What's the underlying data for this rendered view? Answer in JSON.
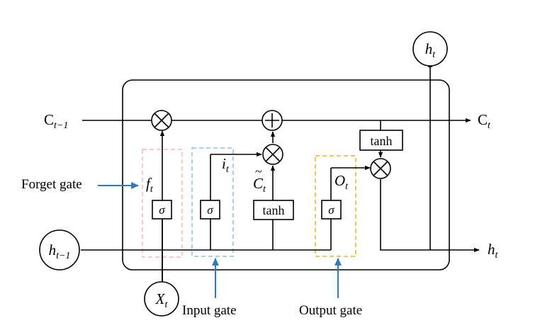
{
  "inputs": {
    "c_prev": {
      "base": "C",
      "sub": "t−1"
    },
    "h_prev": {
      "base": "h",
      "sub": "t−1"
    },
    "x_t": {
      "base": "X",
      "sub": "t"
    }
  },
  "outputs": {
    "c_t": {
      "base": "C",
      "sub": "t"
    },
    "h_t_right": {
      "base": "h",
      "sub": "t"
    },
    "h_t_top": {
      "base": "h",
      "sub": "t"
    }
  },
  "signals": {
    "f_t": {
      "base": "f",
      "sub": "t"
    },
    "i_t": {
      "base": "i",
      "sub": "t"
    },
    "c_tilde": {
      "base": "C",
      "sub": "t",
      "accent": "~"
    },
    "o_t": {
      "base": "O",
      "sub": "t"
    }
  },
  "blocks": {
    "sigma_forget": "σ",
    "sigma_input": "σ",
    "sigma_output": "σ",
    "tanh_candidate": "tanh",
    "tanh_cell": "tanh"
  },
  "operators": {
    "multiply": "⊗",
    "add": "+"
  },
  "gate_labels": {
    "forget": "Forget gate",
    "input": "Input gate",
    "output": "Output gate"
  },
  "colors": {
    "forget_gate": "#f4b6b3",
    "input_gate": "#7ec8dc",
    "output_gate": "#f0ad1c",
    "pointer_arrow": "#2b7bbd",
    "line": "#000000"
  },
  "icons": {
    "multiply": "circle-times-icon",
    "add": "circle-plus-icon"
  }
}
